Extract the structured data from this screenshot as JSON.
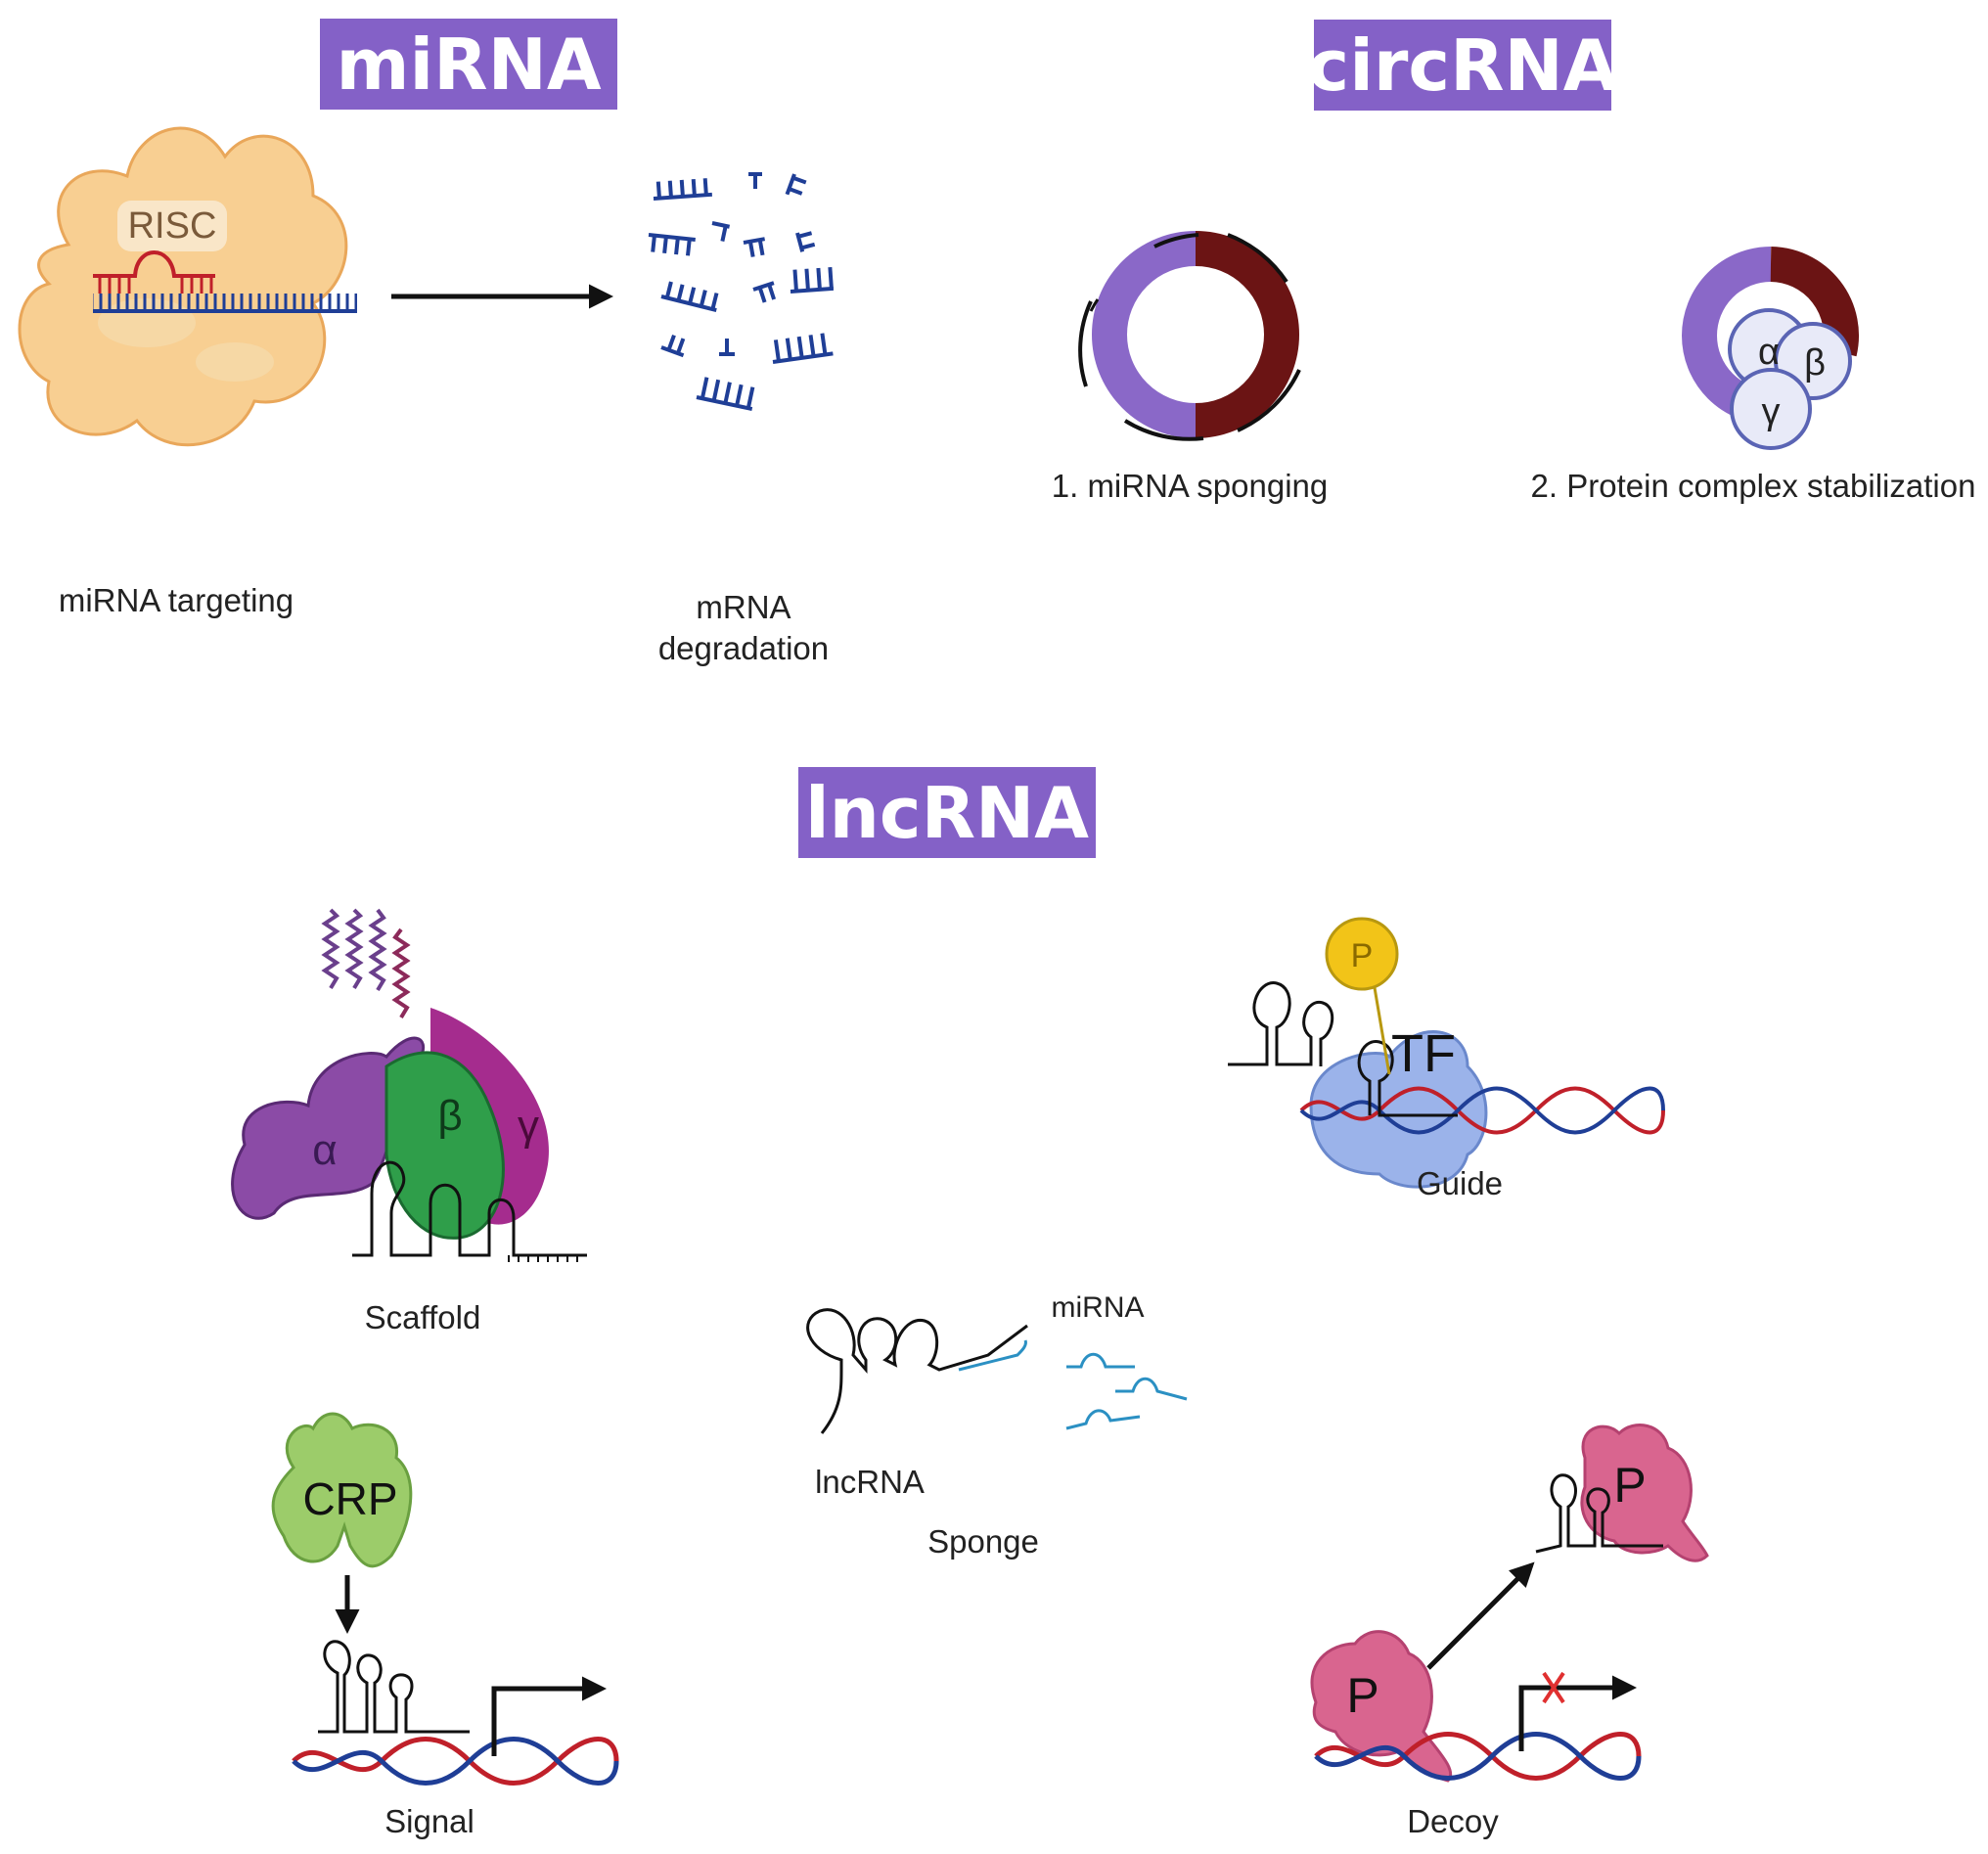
{
  "headers": {
    "mirna": "miRNA",
    "circrna": "circRNA",
    "lncrna": "lncRNA"
  },
  "mirna": {
    "risc_label": "RISC",
    "targeting_label": "miRNA targeting",
    "degradation_line1": "mRNA",
    "degradation_line2": "degradation"
  },
  "circrna": {
    "sponging_label": "1. miRNA sponging",
    "stabilization_label": "2. Protein complex stabilization",
    "alpha": "α",
    "beta": "β",
    "gamma": "γ"
  },
  "lncrna": {
    "scaffold_label": "Scaffold",
    "scaffold_alpha": "α",
    "scaffold_beta": "β",
    "scaffold_gamma": "γ",
    "guide_label": "Guide",
    "tf_label": "TF",
    "p_small": "P",
    "sponge_label": "Sponge",
    "sponge_mirna": "miRNA",
    "sponge_lncrna": "lncRNA",
    "crp_label": "CRP",
    "signal_label": "Signal",
    "decoy_label": "Decoy",
    "decoy_p1": "P",
    "decoy_p2": "P"
  },
  "colors": {
    "header": "#8461c7",
    "circ_purple": "#8a68c8",
    "circ_maroon": "#6b1414",
    "mrna_blue": "#1f3e96",
    "mirna_red": "#c0202a",
    "risc_orange": "#f8cf92",
    "scaffold_purple": "#8b4ba6",
    "scaffold_green": "#2f9e4a",
    "scaffold_magenta": "#a52c8e",
    "tf_blue": "#9bb3ea",
    "p_yellow": "#f2c418",
    "crp_green": "#9ccc6a",
    "decoy_pink": "#d9658f",
    "sponge_cyan": "#2b90c3"
  }
}
